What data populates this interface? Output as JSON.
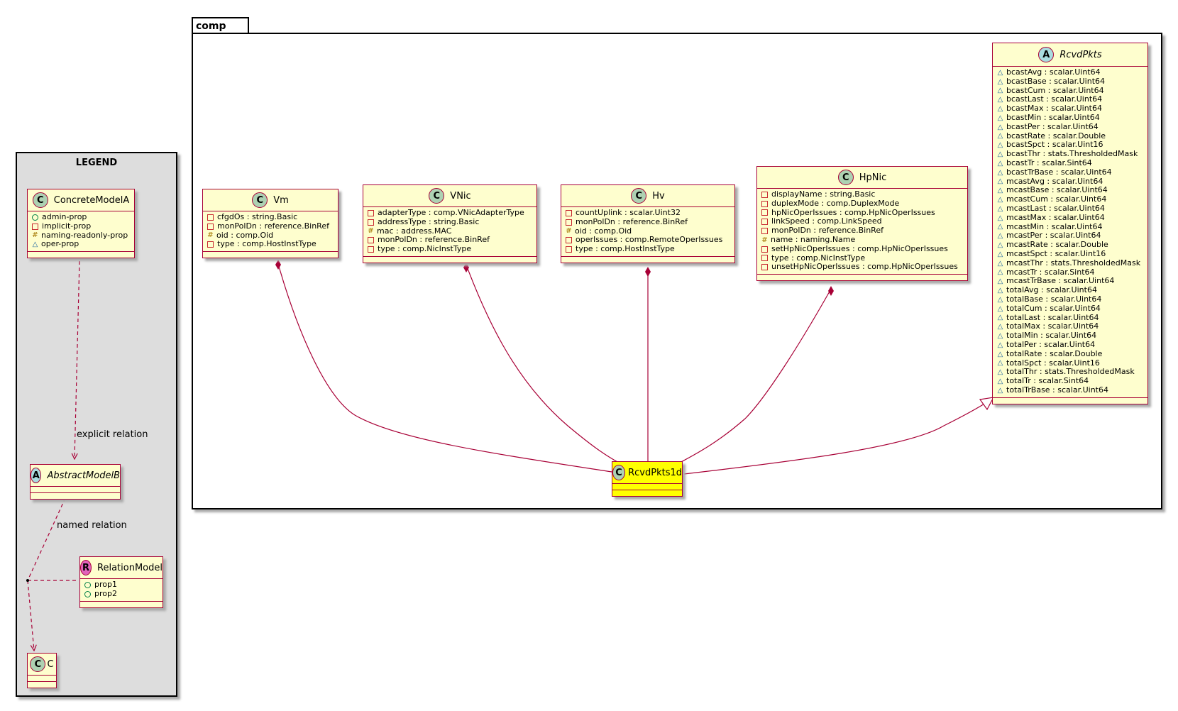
{
  "package": {
    "name": "comp"
  },
  "legend": {
    "title": "LEGEND",
    "concrete": {
      "name": "ConcreteModelA",
      "attrs": [
        {
          "vis": "pub",
          "text": "admin-prop"
        },
        {
          "vis": "priv",
          "text": "implicit-prop"
        },
        {
          "vis": "prot",
          "text": "naming-readonly-prop"
        },
        {
          "vis": "pkgv",
          "text": "oper-prop"
        }
      ]
    },
    "abstract": {
      "name": "AbstractModelB"
    },
    "relation": {
      "name": "RelationModel",
      "attrs": [
        {
          "vis": "pub",
          "text": "prop1"
        },
        {
          "vis": "pub",
          "text": "prop2"
        }
      ]
    },
    "c": {
      "name": "C"
    },
    "explicit_label": "explicit relation",
    "named_label": "named relation"
  },
  "classes": {
    "vm": {
      "name": "Vm",
      "attrs": [
        {
          "vis": "priv",
          "text": "cfgdOs : string.Basic"
        },
        {
          "vis": "priv",
          "text": "monPolDn : reference.BinRef"
        },
        {
          "vis": "prot",
          "text": "oid : comp.Oid"
        },
        {
          "vis": "priv",
          "text": "type : comp.HostInstType"
        }
      ]
    },
    "vnic": {
      "name": "VNic",
      "attrs": [
        {
          "vis": "priv",
          "text": "adapterType : comp.VNicAdapterType"
        },
        {
          "vis": "priv",
          "text": "addressType : string.Basic"
        },
        {
          "vis": "prot",
          "text": "mac : address.MAC"
        },
        {
          "vis": "priv",
          "text": "monPolDn : reference.BinRef"
        },
        {
          "vis": "priv",
          "text": "type : comp.NicInstType"
        }
      ]
    },
    "hv": {
      "name": "Hv",
      "attrs": [
        {
          "vis": "priv",
          "text": "countUplink : scalar.Uint32"
        },
        {
          "vis": "priv",
          "text": "monPolDn : reference.BinRef"
        },
        {
          "vis": "prot",
          "text": "oid : comp.Oid"
        },
        {
          "vis": "priv",
          "text": "operIssues : comp.RemoteOperIssues"
        },
        {
          "vis": "priv",
          "text": "type : comp.HostInstType"
        }
      ]
    },
    "hpnic": {
      "name": "HpNic",
      "attrs": [
        {
          "vis": "priv",
          "text": "displayName : string.Basic"
        },
        {
          "vis": "priv",
          "text": "duplexMode : comp.DuplexMode"
        },
        {
          "vis": "priv",
          "text": "hpNicOperIssues : comp.HpNicOperIssues"
        },
        {
          "vis": "priv",
          "text": "linkSpeed : comp.LinkSpeed"
        },
        {
          "vis": "priv",
          "text": "monPolDn : reference.BinRef"
        },
        {
          "vis": "prot",
          "text": "name : naming.Name"
        },
        {
          "vis": "priv",
          "text": "setHpNicOperIssues : comp.HpNicOperIssues"
        },
        {
          "vis": "priv",
          "text": "type : comp.NicInstType"
        },
        {
          "vis": "priv",
          "text": "unsetHpNicOperIssues : comp.HpNicOperIssues"
        }
      ]
    },
    "rcvdpkts": {
      "name": "RcvdPkts",
      "attrs": [
        {
          "vis": "pkgv",
          "text": "bcastAvg : scalar.Uint64"
        },
        {
          "vis": "pkgv",
          "text": "bcastBase : scalar.Uint64"
        },
        {
          "vis": "pkgv",
          "text": "bcastCum : scalar.Uint64"
        },
        {
          "vis": "pkgv",
          "text": "bcastLast : scalar.Uint64"
        },
        {
          "vis": "pkgv",
          "text": "bcastMax : scalar.Uint64"
        },
        {
          "vis": "pkgv",
          "text": "bcastMin : scalar.Uint64"
        },
        {
          "vis": "pkgv",
          "text": "bcastPer : scalar.Uint64"
        },
        {
          "vis": "pkgv",
          "text": "bcastRate : scalar.Double"
        },
        {
          "vis": "pkgv",
          "text": "bcastSpct : scalar.Uint16"
        },
        {
          "vis": "pkgv",
          "text": "bcastThr : stats.ThresholdedMask"
        },
        {
          "vis": "pkgv",
          "text": "bcastTr : scalar.Sint64"
        },
        {
          "vis": "pkgv",
          "text": "bcastTrBase : scalar.Uint64"
        },
        {
          "vis": "pkgv",
          "text": "mcastAvg : scalar.Uint64"
        },
        {
          "vis": "pkgv",
          "text": "mcastBase : scalar.Uint64"
        },
        {
          "vis": "pkgv",
          "text": "mcastCum : scalar.Uint64"
        },
        {
          "vis": "pkgv",
          "text": "mcastLast : scalar.Uint64"
        },
        {
          "vis": "pkgv",
          "text": "mcastMax : scalar.Uint64"
        },
        {
          "vis": "pkgv",
          "text": "mcastMin : scalar.Uint64"
        },
        {
          "vis": "pkgv",
          "text": "mcastPer : scalar.Uint64"
        },
        {
          "vis": "pkgv",
          "text": "mcastRate : scalar.Double"
        },
        {
          "vis": "pkgv",
          "text": "mcastSpct : scalar.Uint16"
        },
        {
          "vis": "pkgv",
          "text": "mcastThr : stats.ThresholdedMask"
        },
        {
          "vis": "pkgv",
          "text": "mcastTr : scalar.Sint64"
        },
        {
          "vis": "pkgv",
          "text": "mcastTrBase : scalar.Uint64"
        },
        {
          "vis": "pkgv",
          "text": "totalAvg : scalar.Uint64"
        },
        {
          "vis": "pkgv",
          "text": "totalBase : scalar.Uint64"
        },
        {
          "vis": "pkgv",
          "text": "totalCum : scalar.Uint64"
        },
        {
          "vis": "pkgv",
          "text": "totalLast : scalar.Uint64"
        },
        {
          "vis": "pkgv",
          "text": "totalMax : scalar.Uint64"
        },
        {
          "vis": "pkgv",
          "text": "totalMin : scalar.Uint64"
        },
        {
          "vis": "pkgv",
          "text": "totalPer : scalar.Uint64"
        },
        {
          "vis": "pkgv",
          "text": "totalRate : scalar.Double"
        },
        {
          "vis": "pkgv",
          "text": "totalSpct : scalar.Uint16"
        },
        {
          "vis": "pkgv",
          "text": "totalThr : stats.ThresholdedMask"
        },
        {
          "vis": "pkgv",
          "text": "totalTr : scalar.Sint64"
        },
        {
          "vis": "pkgv",
          "text": "totalTrBase : scalar.Uint64"
        }
      ]
    },
    "rcvdpkts1d": {
      "name": "RcvdPkts1d"
    }
  },
  "colors": {
    "border": "#a80036",
    "class_fill": "#fefece",
    "highlight_fill": "#ffff00",
    "legend_fill": "#dddddd"
  }
}
